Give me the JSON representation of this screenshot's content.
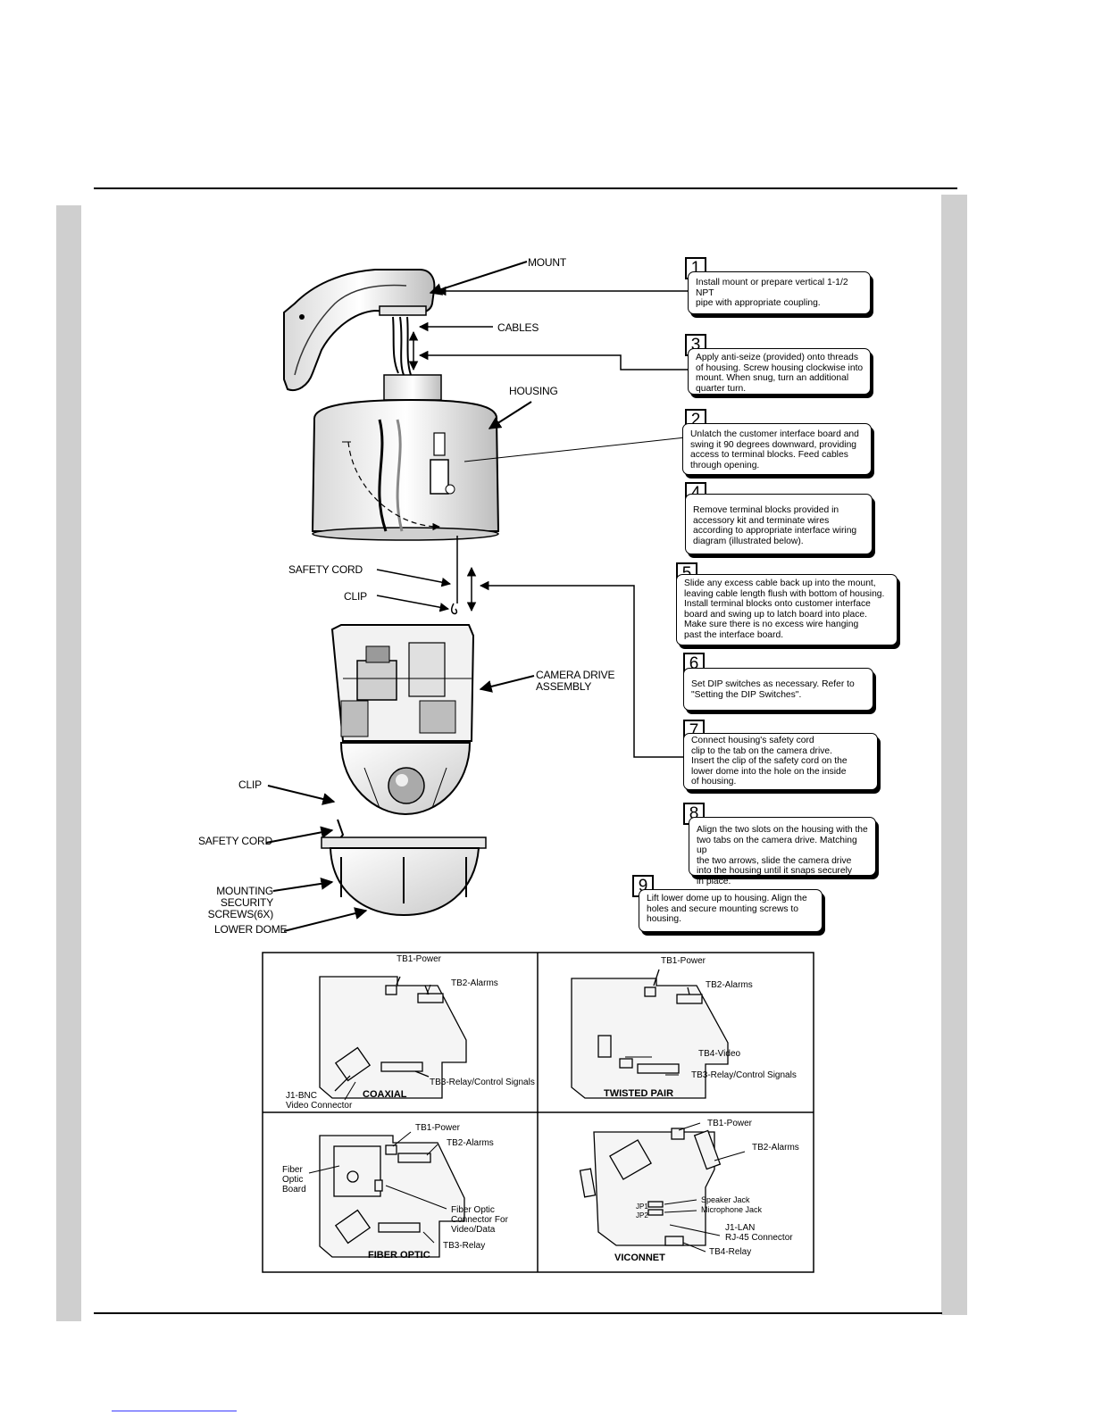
{
  "callouts": {
    "mount": "MOUNT",
    "cables": "CABLES",
    "housing": "HOUSING",
    "safety_cord_top": "SAFETY CORD",
    "clip_top": "CLIP",
    "camera_drive": "CAMERA DRIVE\nASSEMBLY",
    "clip_bottom": "CLIP",
    "safety_cord_bottom": "SAFETY CORD",
    "mounting_screws": "MOUNTING SECURITY\nSCREWS(6X)",
    "lower_dome": "LOWER DOME"
  },
  "steps": [
    {
      "number": "1",
      "text": "Install mount or prepare vertical 1-1/2 NPT\npipe with appropriate coupling."
    },
    {
      "number": "3",
      "text": "Apply anti-seize (provided) onto threads\nof housing. Screw housing clockwise into\nmount. When snug, turn an additional\nquarter turn."
    },
    {
      "number": "2",
      "text": "Unlatch the customer interface board and\nswing it 90 degrees downward, providing\naccess to terminal blocks.  Feed cables\nthrough opening."
    },
    {
      "number": "4",
      "text": "Remove terminal blocks provided in\naccessory kit and terminate wires\naccording to appropriate interface wiring\ndiagram (illustrated below)."
    },
    {
      "number": "5",
      "text": "Slide any excess cable back up into the mount,\nleaving cable length flush with bottom of housing.\nInstall terminal blocks onto customer interface\nboard and swing up to latch board into place.\nMake sure there is no excess wire hanging\npast the interface board."
    },
    {
      "number": "6",
      "text": "Set DIP switches as necessary. Refer to\n\"Setting the DIP Switches\"."
    },
    {
      "number": "7",
      "text": "Connect housing's safety cord\n clip to the tab on the camera drive.\n Insert the clip of the safety cord on the\n lower dome into the hole on the inside\n  of housing."
    },
    {
      "number": "8",
      "text": "Align the two slots on the housing with the\ntwo tabs on the camera drive. Matching up\nthe two arrows, slide the camera drive\ninto the housing until it snaps securely\nin place."
    },
    {
      "number": "9",
      "text": "Lift lower dome up to housing. Align the\nholes and secure mounting screws to\nhousing."
    }
  ],
  "wiring": {
    "coaxial": {
      "title": "COAXIAL",
      "tb1": "TB1-Power",
      "tb2": "TB2-Alarms",
      "tb3": "TB3-Relay/Control Signals",
      "j1": "J1-BNC\nVideo Connector"
    },
    "twisted_pair": {
      "title": "TWISTED PAIR",
      "tb1": "TB1-Power",
      "tb2": "TB2-Alarms",
      "tb4": "TB4-Video",
      "tb3": "TB3-Relay/Control Signals"
    },
    "fiber_optic": {
      "title": "FIBER OPTIC",
      "tb1": "TB1-Power",
      "tb2": "TB2-Alarms",
      "board": "Fiber\nOptic\nBoard",
      "connector": "Fiber Optic\nConnector For\nVideo/Data",
      "tb3": "TB3-Relay"
    },
    "viconnet": {
      "title": "VICONNET",
      "tb1": "TB1-Power",
      "tb2": "TB2-Alarms",
      "speaker": "Speaker Jack",
      "jp1": "JP1",
      "jp2": "JP2",
      "microphone": "Microphone Jack",
      "j1": "J1-LAN\nRJ-45 Connector",
      "tb4": "TB4-Relay"
    }
  }
}
